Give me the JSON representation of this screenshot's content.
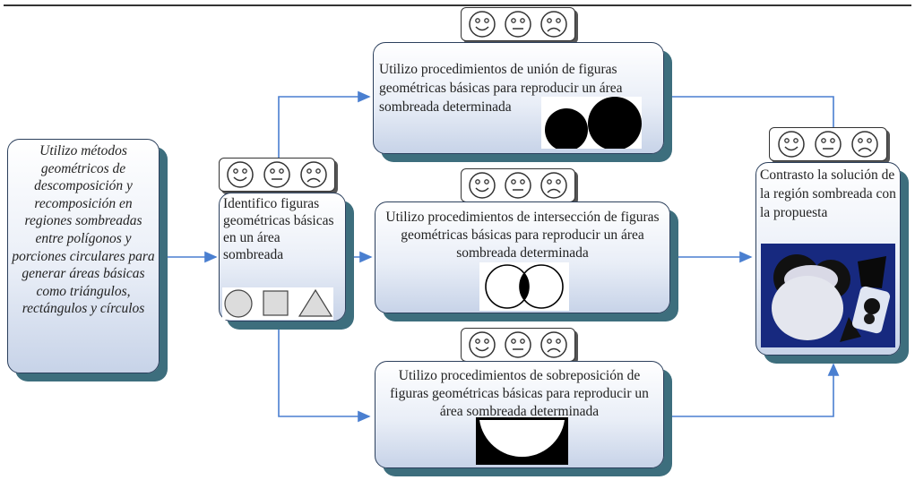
{
  "diagram": {
    "main_goal": "Utilizo métodos geométricos de descomposición y recomposición en regiones sombreadas entre polígonos y porciones circulares para generar áreas básicas como triángulos, rectángulos y círculos",
    "identify": "Identifico figuras geométricas básicas en un área sombreada",
    "union": "Utilizo procedimientos de unión de figuras geométricas básicas para reproducir un área sombreada determinada",
    "intersection": "Utilizo procedimientos de intersección de figuras geométricas básicas para reproducir un área sombreada determinada",
    "overlap": "Utilizo procedimientos de sobreposición de figuras geométricas básicas para reproducir un área sombreada determinada",
    "contrast": "Contrasto la solución de la región sombreada con la propuesta"
  },
  "colors": {
    "arrow": "#4a7fd0",
    "box_border": "#2b3f5c",
    "box_shadow": "#3d6e7d",
    "photo_bg": "#1d2f8c"
  },
  "icons": [
    "happy-face-icon",
    "neutral-face-icon",
    "sad-face-icon"
  ]
}
